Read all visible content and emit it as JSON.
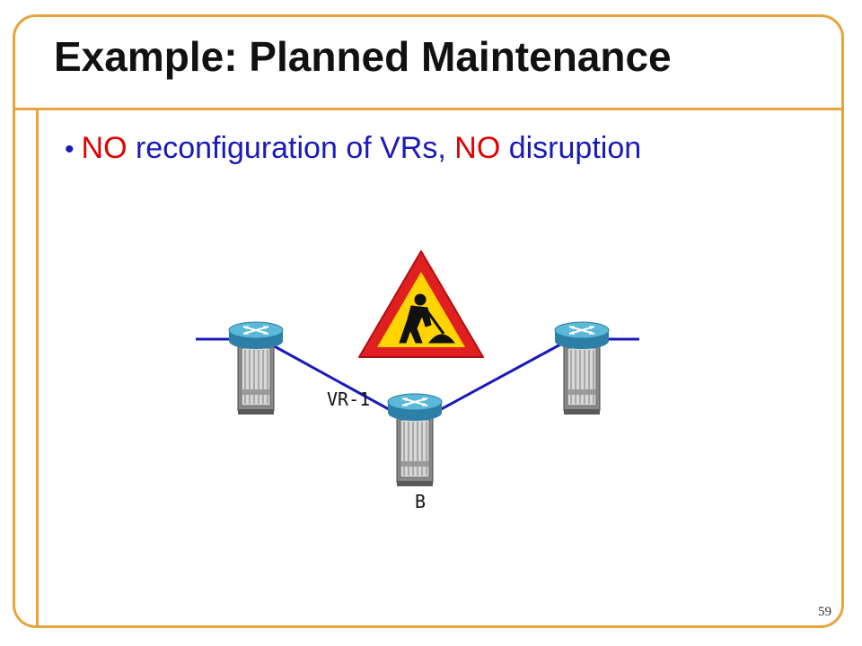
{
  "slide": {
    "title": "Example: Planned Maintenance",
    "bullet": {
      "part1": "NO",
      "part2": " reconfiguration of VRs, ",
      "part3": "NO",
      "part4": " disruption"
    },
    "page_number": "59"
  },
  "diagram": {
    "link_label": "VR-1",
    "node_label": "B",
    "colors": {
      "link": "#1a1ab8",
      "frame": "#e8a33d",
      "emphasis": "#e00000",
      "router_top": "#4aa6c8",
      "sign_red": "#e02020",
      "sign_yellow": "#ffd400"
    },
    "icons": [
      "router-icon",
      "router-icon",
      "router-icon",
      "men-at-work-sign-icon"
    ]
  }
}
